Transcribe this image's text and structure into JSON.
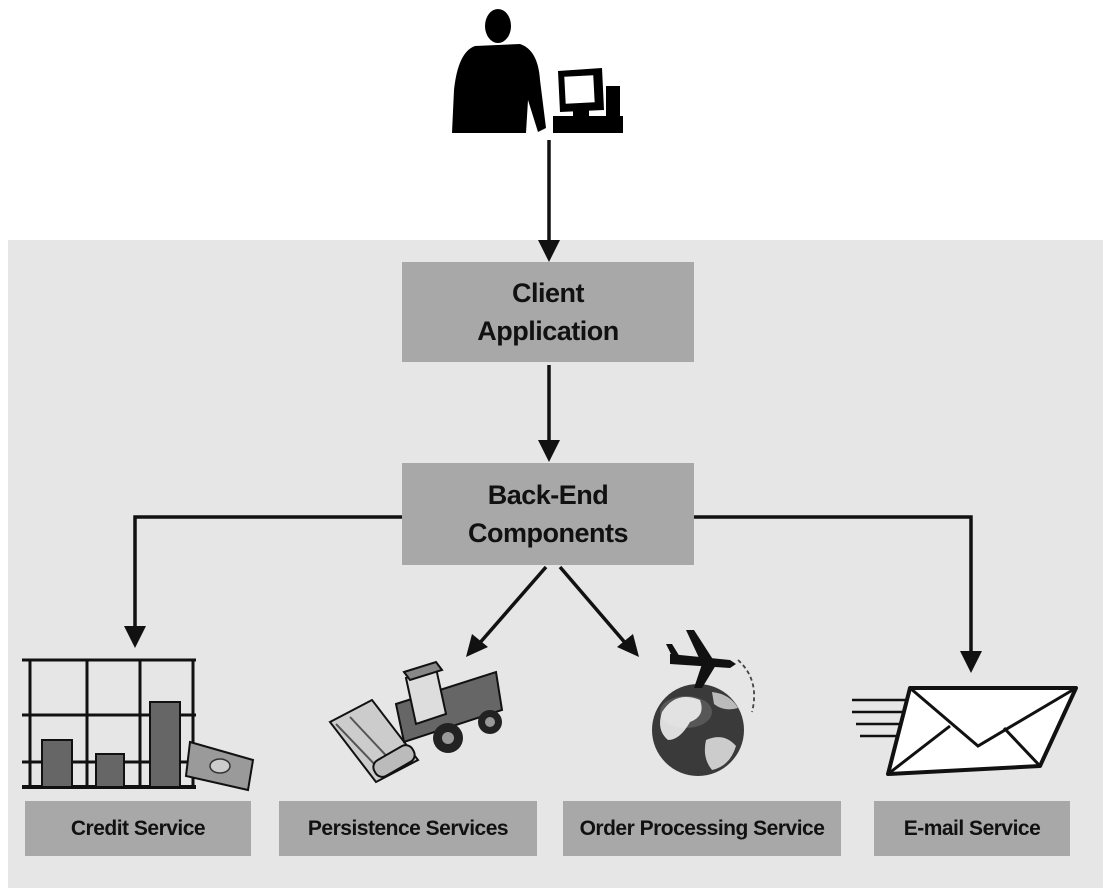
{
  "nodes": {
    "client_application": {
      "line1": "Client",
      "line2": "Application"
    },
    "back_end_components": {
      "line1": "Back-End",
      "line2": "Components"
    }
  },
  "services": [
    {
      "label": "Credit Service",
      "icon": "bar-chart-icon"
    },
    {
      "label": "Persistence Services",
      "icon": "harvester-icon"
    },
    {
      "label": "Order Processing Service",
      "icon": "globe-airplane-icon"
    },
    {
      "label": "E-mail Service",
      "icon": "envelope-icon"
    }
  ],
  "actor": {
    "icon": "user-at-computer-icon"
  },
  "colors": {
    "panel": "#e6e6e6",
    "box": "#a8a8a8",
    "arrow": "#111111"
  }
}
